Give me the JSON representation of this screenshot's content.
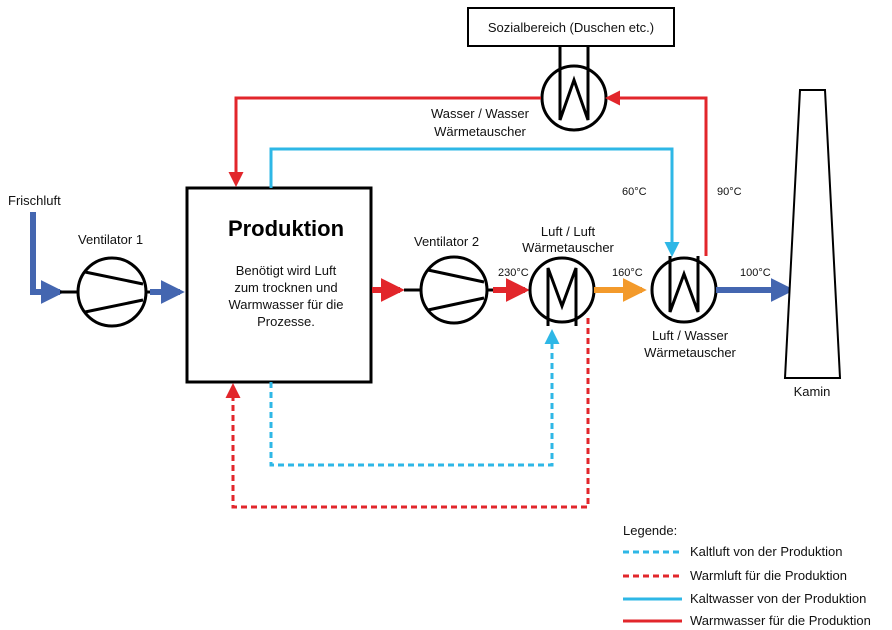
{
  "colors": {
    "blue": "#4466b0",
    "light_blue": "#2eb7e6",
    "red": "#e2262b",
    "orange": "#f39a2b",
    "black": "#000000"
  },
  "labels": {
    "frischluft": "Frischluft",
    "ventilator1": "Ventilator 1",
    "produktion_title": "Produktion",
    "produktion_desc": [
      "Benötigt wird Luft",
      "zum trocknen und",
      "Warmwasser für die",
      "Prozesse."
    ],
    "ventilator2": "Ventilator 2",
    "luft_luft": [
      "Luft / Luft",
      "Wärmetauscher"
    ],
    "luft_wasser": [
      "Luft / Wasser",
      "Wärmetauscher"
    ],
    "wasser_wasser": [
      "Wasser / Wasser",
      "Wärmetauscher"
    ],
    "sozialbereich": "Sozialbereich (Duschen etc.)",
    "kamin": "Kamin",
    "t230": "230°C",
    "t160": "160°C",
    "t100": "100°C",
    "t60": "60°C",
    "t90": "90°C"
  },
  "legend": {
    "title": "Legende:",
    "items": [
      {
        "label": "Kaltluft von der Produktion",
        "color": "#2eb7e6",
        "dashed": true
      },
      {
        "label": "Warmluft für die Produktion",
        "color": "#e2262b",
        "dashed": true
      },
      {
        "label": "Kaltwasser von der Produktion",
        "color": "#2eb7e6",
        "dashed": false
      },
      {
        "label": "Warmwasser für die Produktion",
        "color": "#e2262b",
        "dashed": false
      }
    ]
  }
}
